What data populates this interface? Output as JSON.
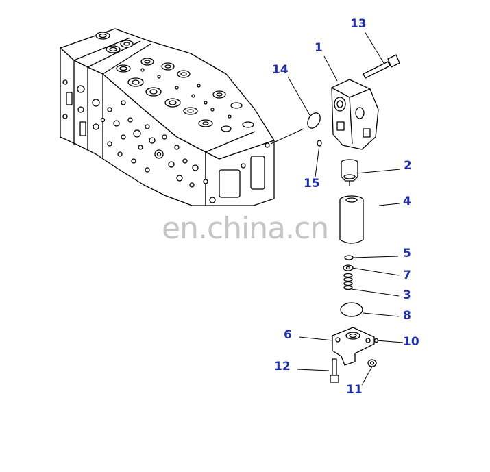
{
  "diagram": {
    "callouts": [
      {
        "id": "c1",
        "label": "1"
      },
      {
        "id": "c2",
        "label": "2"
      },
      {
        "id": "c3",
        "label": "3"
      },
      {
        "id": "c4",
        "label": "4"
      },
      {
        "id": "c5",
        "label": "5"
      },
      {
        "id": "c6",
        "label": "6"
      },
      {
        "id": "c7",
        "label": "7"
      },
      {
        "id": "c8",
        "label": "8"
      },
      {
        "id": "c10",
        "label": "10"
      },
      {
        "id": "c11",
        "label": "11"
      },
      {
        "id": "c12",
        "label": "12"
      },
      {
        "id": "c13",
        "label": "13"
      },
      {
        "id": "c14",
        "label": "14"
      },
      {
        "id": "c15",
        "label": "15"
      }
    ],
    "watermark": "en.china.cn",
    "colors": {
      "callout": "#1f2fa8",
      "line": "#000000",
      "watermark": "#969696"
    }
  }
}
